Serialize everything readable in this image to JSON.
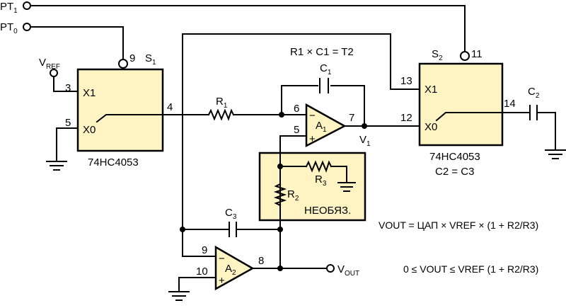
{
  "inputs": {
    "pt1": {
      "main": "PT",
      "sub": "1"
    },
    "pt0": {
      "main": "PT",
      "sub": "0"
    },
    "vref": {
      "main": "V",
      "sub": "REF"
    }
  },
  "s1": {
    "name": "S",
    "name_sub": "1",
    "part": "74HC4053",
    "pins": {
      "ctrl": "9",
      "x1": "3",
      "x0": "5",
      "com": "4"
    },
    "ports": {
      "x1": "X1",
      "x0": "X0"
    }
  },
  "s2": {
    "name": "S",
    "name_sub": "2",
    "part": "74HC4053",
    "pins": {
      "ctrl": "11",
      "x1": "13",
      "x0": "12",
      "com": "14"
    },
    "ports": {
      "x1": "X1",
      "x0": "X0"
    },
    "note": "C2 = C3"
  },
  "a1": {
    "name": "A",
    "name_sub": "1",
    "pins": {
      "inv": "6",
      "noninv": "5",
      "out": "7"
    },
    "minus": "−",
    "plus": "+"
  },
  "a2": {
    "name": "A",
    "name_sub": "2",
    "pins": {
      "inv": "9",
      "noninv": "10",
      "out": "8"
    },
    "minus": "−",
    "plus": "+"
  },
  "components": {
    "r1": {
      "main": "R",
      "sub": "1"
    },
    "r2": {
      "main": "R",
      "sub": "2"
    },
    "r3": {
      "main": "R",
      "sub": "3"
    },
    "c1": {
      "main": "C",
      "sub": "1"
    },
    "c2": {
      "main": "C",
      "sub": "2"
    },
    "c3": {
      "main": "C",
      "sub": "3"
    }
  },
  "nodes": {
    "v1": {
      "main": "V",
      "sub": "1"
    },
    "vout": {
      "main": "V",
      "sub": "OUT"
    }
  },
  "optional_block": {
    "label": "НЕОБЯЗ."
  },
  "formula_t2": {
    "text": "R1 × C1 = T2"
  },
  "equations": {
    "vout": "VOUT = ЦАП × VREF × (1 + R2/R3)",
    "range": "0 ≤ VOUT ≤ VREF (1 + R2/R3)"
  }
}
